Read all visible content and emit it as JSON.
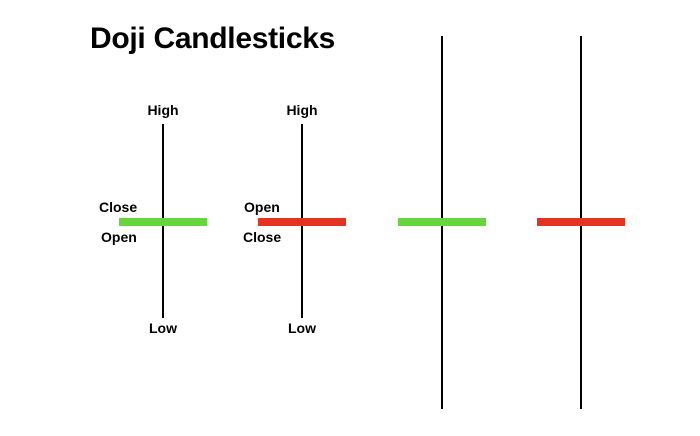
{
  "title": "Doji Candlesticks",
  "colors": {
    "wick": "#000000",
    "bullish": "#66d63c",
    "bearish": "#e53322"
  },
  "candles": [
    {
      "name": "green-doji-labeled",
      "color": "bullish",
      "labels": {
        "high": "High",
        "low": "Low",
        "top": "Close",
        "bottom": "Open"
      }
    },
    {
      "name": "red-doji-labeled",
      "color": "bearish",
      "labels": {
        "high": "High",
        "low": "Low",
        "top": "Open",
        "bottom": "Close"
      }
    },
    {
      "name": "green-doji-long-legged",
      "color": "bullish"
    },
    {
      "name": "red-doji-long-legged",
      "color": "bearish"
    }
  ]
}
